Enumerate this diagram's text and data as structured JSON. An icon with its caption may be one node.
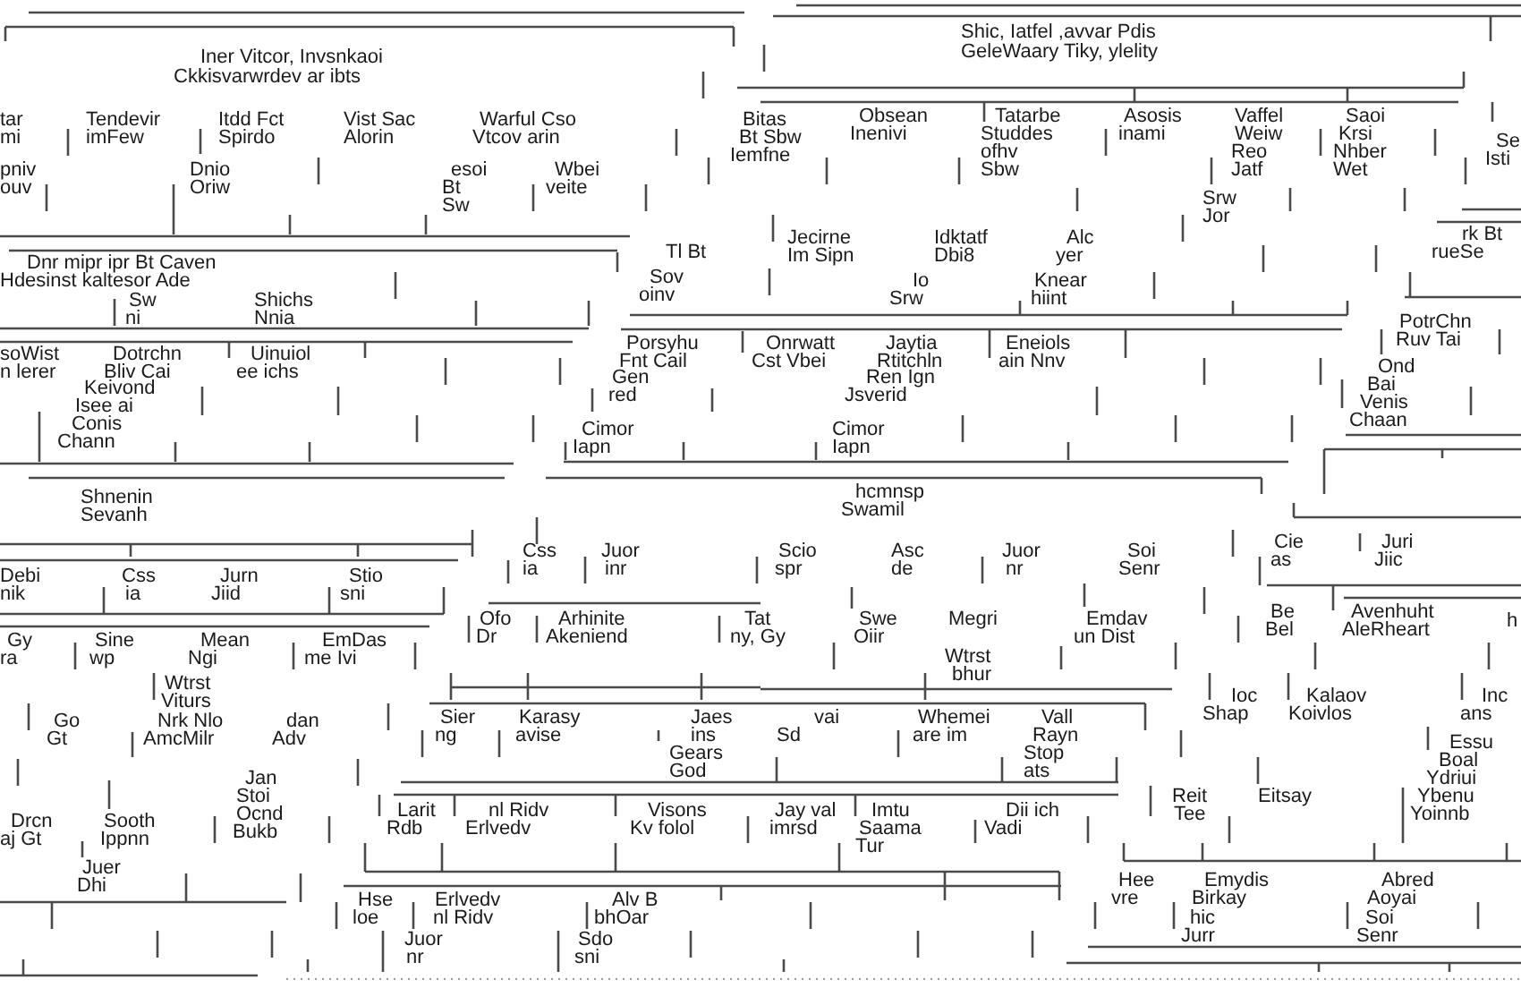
{
  "diagram": {
    "labels": [
      "Iner Vitcor, Invsnkaoi",
      "Ckkisvarwrdev ar ibts",
      "Shic, Iatfel ,avvar Pdis",
      "GeleWaary Tiky, ylelity",
      "tar",
      "mi",
      "Tendevir",
      "imFew",
      "Itdd Fct",
      "Spirdo",
      "Vist Sac",
      "Alorin",
      "Warful Cso",
      "Vtcov arin",
      "Bitas",
      "Bt Sbw",
      "Iemfne",
      "Obsean",
      "Inenivi",
      "Tatarbe",
      "Studdes",
      "ofhv",
      "Sbw",
      "Asosis",
      "inami",
      "Vaffel",
      "Weiw",
      "Reo",
      "Jatf",
      "Saoi",
      "Krsi",
      "Nhber",
      "Wet",
      "Se",
      "Isti",
      "pniv",
      "ouv",
      "Dnio",
      "Oriw",
      "esoi",
      "Bt",
      "Sw",
      "Wbei",
      "veite",
      "Srw",
      "Jor",
      "Dnr mipr ipr Bt Caven",
      "Hdesinst kaltesor Ade",
      "Sw",
      "ni",
      "Shichs",
      "Nnia",
      "Tl Bt",
      "Sov",
      "oinv",
      "Jecirne",
      "Im Sipn",
      "Idktatf",
      "Dbi8",
      "Alc",
      "yer",
      "Io",
      "Srw",
      "Knear",
      "hiint",
      "rk Bt",
      "rueSe",
      "soWist",
      "n lerer",
      "Dotrchn",
      "Bliv Cai",
      "Uinuiol",
      "ee ichs",
      "Porsyhu",
      "Fnt Cail",
      "Onrwatt",
      "Cst Vbei",
      "Jaytia",
      "Rtitchln",
      "Eneiols",
      "ain Nnv",
      "PotrChn",
      "Ruv Tai",
      "Keivond",
      "Isee ai",
      "Conis",
      "Chann",
      "Gen",
      "red",
      "Ren Ign",
      "Jsverid",
      "Cimor",
      "Iapn",
      "Cimor",
      "Iapn",
      "Ond",
      "Bai",
      "Venis",
      "Chaan",
      "Shnenin",
      "Sevanh",
      "hcmnsp",
      "Swamil",
      "Debi",
      "nik",
      "Css",
      "ia",
      "Jurn",
      "Jiid",
      "Stio",
      "sni",
      "Css",
      "ia",
      "Juor",
      "inr",
      "Scio",
      "spr",
      "Asc",
      "de",
      "Juor",
      "nr",
      "Soi",
      "Senr",
      "Cie",
      "as",
      "Juri",
      "Jiic",
      "Gy",
      "ra",
      "Sine",
      "wp",
      "Mean",
      "Ngi",
      "EmDas",
      "me Ivi",
      "Ofo",
      "Dr",
      "Arhinite",
      "Akeniend",
      "Tat",
      "ny, Gy",
      "Swe",
      "Oiir",
      "Megri",
      "Wtrst",
      "bhur",
      "Emdav",
      "un Dist",
      "Be",
      "Bel",
      "Avenhuht",
      "AleRheart",
      "h",
      "Wtrst",
      "Viturs",
      "Go",
      "Gt",
      "Nrk Nlo",
      "AmcMilr",
      "dan",
      "Adv",
      "Sier",
      "ng",
      "Karasy",
      "avise",
      "Jaes",
      "ins",
      "Gears",
      "God",
      "vai",
      "Sd",
      "Whemei",
      "are im",
      "Vall",
      "Rayn",
      "Stop",
      "ats",
      "Ioc",
      "Shap",
      "Kalaov",
      "Koivlos",
      "Inc",
      "ans",
      "Essu",
      "Boal",
      "Ydriui",
      "Jan",
      "Stoi",
      "Ocnd",
      "Bukb",
      "Drcn",
      "aj Gt",
      "Sooth",
      "Ippnn",
      "Larit",
      "Rdb",
      "nl Ridv",
      "Erlvedv",
      "Visons",
      "Kv folol",
      "Jay val",
      "imrsd",
      "Imtu",
      "Saama",
      "Tur",
      "Dii ich",
      "Vadi",
      "Reit",
      "Tee",
      "Eitsay",
      "Ybenu",
      "Yoinnb",
      "Juer",
      "Dhi",
      "Hse",
      "loe",
      "Erlvedv",
      "nl Ridv",
      "Alv B",
      "bhOar",
      "Juor",
      "nr",
      "Sdo",
      "sni",
      "Hee",
      "vre",
      "Emydis",
      "Birkay",
      "Abred",
      "Aoyai",
      "hic",
      "Jurr",
      "Soi",
      "Senr"
    ]
  }
}
